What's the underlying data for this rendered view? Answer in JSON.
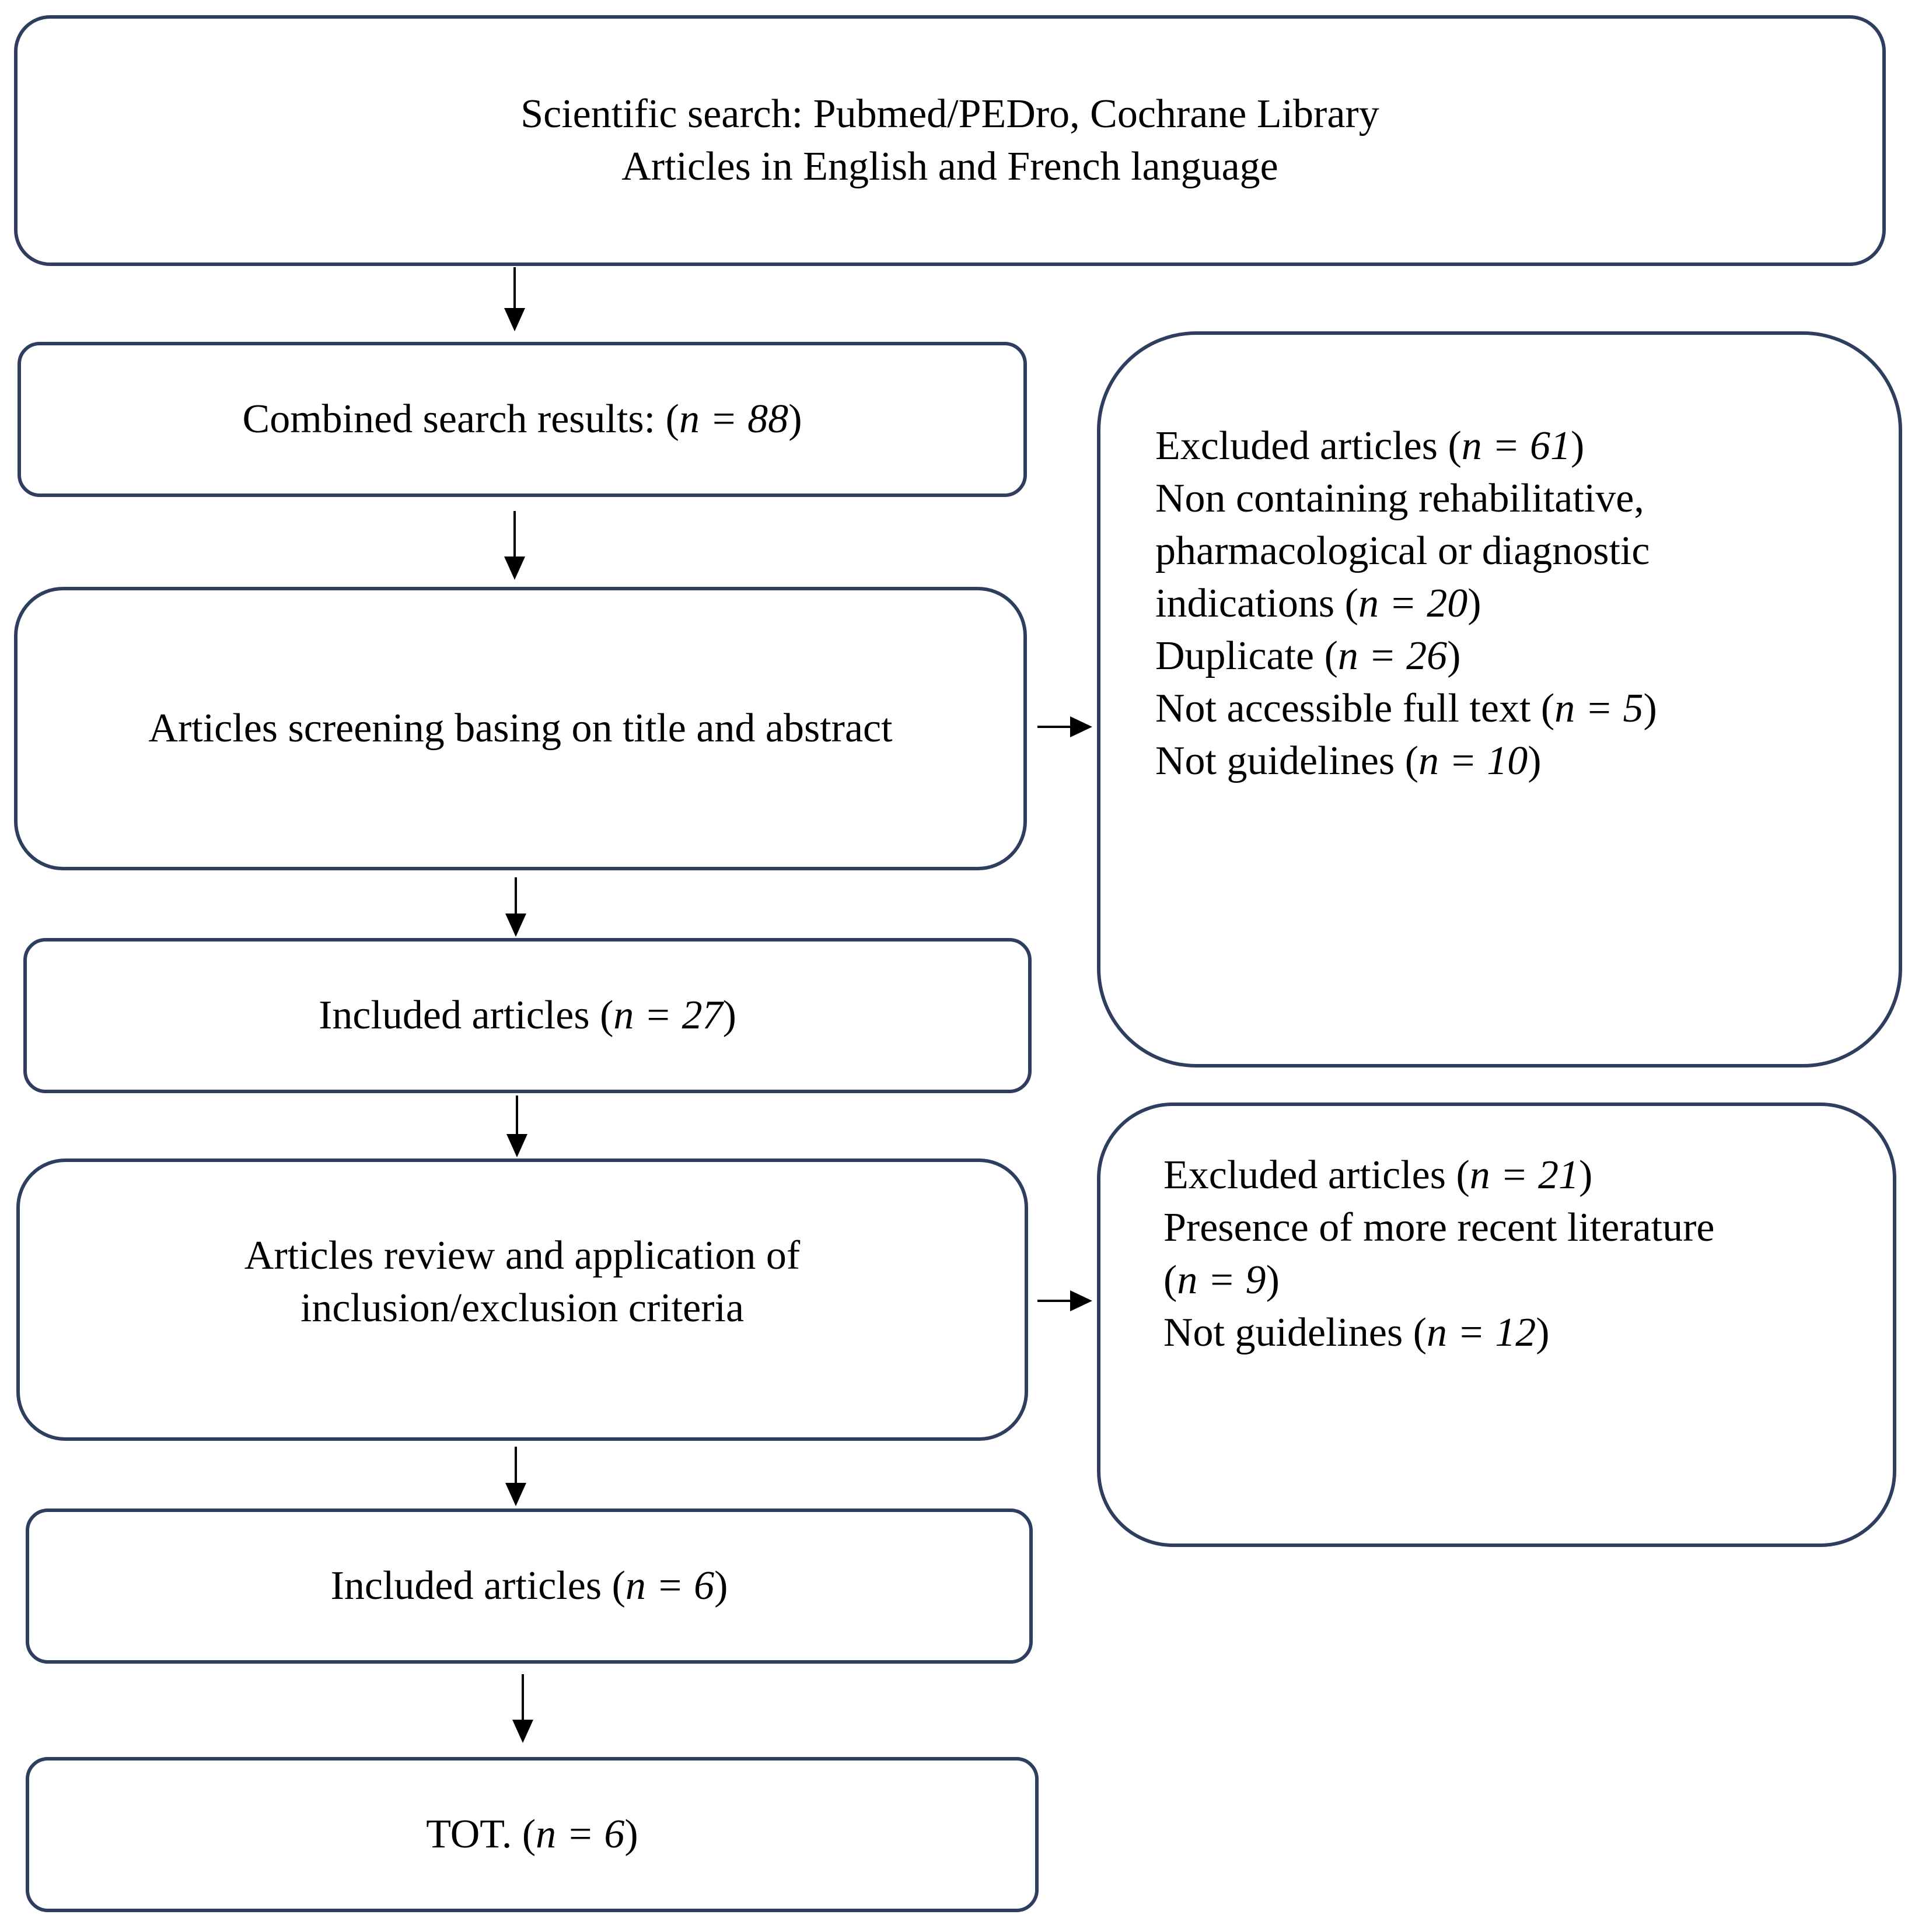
{
  "boxes": {
    "search": {
      "line1": "Scientific search: Pubmed/PEDro, Cochrane Library",
      "line2": "Articles in English and French language"
    },
    "combined": {
      "prefix": "Combined search results: (",
      "n_label": "n = 88",
      "suffix": ")"
    },
    "screening": {
      "text": "Articles screening basing on title and abstract"
    },
    "included_first": {
      "prefix": "Included articles (",
      "n_label": "n = 27",
      "suffix": ")"
    },
    "review": {
      "line1": "Articles review and application of",
      "line2": "inclusion/exclusion criteria"
    },
    "included_second": {
      "prefix": "Included articles (",
      "n_label": "n = 6",
      "suffix": ")"
    },
    "total": {
      "prefix": "TOT. (",
      "n_label": "n = 6",
      "suffix": ")"
    }
  },
  "exclusions_first": {
    "header_prefix": "Excluded articles (",
    "header_n": "n = 61",
    "header_suffix": ")",
    "reason1_line1": "Non containing rehabilitative,",
    "reason1_line2": "pharmacological or diagnostic",
    "reason1_line3_prefix": "indications (",
    "reason1_n": "n = 20",
    "reason1_suffix": ")",
    "reason2_prefix": "Duplicate (",
    "reason2_n": "n = 26",
    "reason2_suffix": ")",
    "reason3_prefix": "Not accessible full text (",
    "reason3_n": "n = 5",
    "reason3_suffix": ")",
    "reason4_prefix": "Not guidelines (",
    "reason4_n": "n = 10",
    "reason4_suffix": ")"
  },
  "exclusions_second": {
    "header_prefix": "Excluded articles (",
    "header_n": "n = 21",
    "header_suffix": ")",
    "reason1_line1": "Presence of more recent literature",
    "reason1_line2_prefix": "(",
    "reason1_n": "n = 9",
    "reason1_suffix": ")",
    "reason2_prefix": "Not guidelines (",
    "reason2_n": "n = 12",
    "reason2_suffix": ")"
  },
  "colors": {
    "box_border": "#2f3d5e",
    "arrow": "#000000",
    "text": "#000000"
  }
}
